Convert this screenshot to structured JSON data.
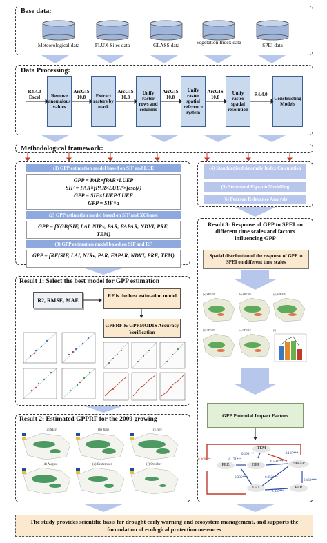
{
  "base": {
    "title": "Base data:",
    "items": [
      "Meteorological data",
      "FLUX Sites data",
      "GLASS data",
      "Vegetation Index data",
      "SPEI data"
    ]
  },
  "processing": {
    "title": "Data Processing:",
    "tools": [
      "R4.4.0 Excel",
      "ArcGIS 10.8",
      "ArcGIS 10.8",
      "ArcGIS 10.8",
      "ArcGIS 10.8",
      "R4.4.0"
    ],
    "steps": [
      "Remove anomalous values",
      "Extract rasters by mask",
      "Unify raster rows and columns",
      "Unify raster spatial reference system",
      "Unify raster spatial resolution",
      "Constructing Models"
    ]
  },
  "method": {
    "title": "Methodological framework:",
    "m1": "(1) GPP estimation model based on SIF and LUE",
    "eq1": [
      "GPP = PAR×fPAR×LUEP",
      "SIF = PAR×fPAR×LUEP×fesc(λ)",
      "GPP = SIF×LUEP/LUEF",
      "GPP = SIF×a"
    ],
    "m2": "(2) GPP estimation model based on SIF and XGboost",
    "eq2": "GPP = fXGB(SIF, LAI, NIRv, PAR, FAPAR, NDVI, PRE, TEM)",
    "m3": "(3) GPP estimation model based on SIF and RF",
    "eq3": "GPP = fRF(SIF, LAI, NIRv, PAR, FAPAR, NDVI, PRE, TEM)",
    "right": [
      "(4) Standardised Anomaly Index Calculation",
      "(5) Structural Equatio Modelling",
      "(6) Pearson Relevance Analysis"
    ]
  },
  "result1": {
    "title": "Result 1:  Select the best model for GPP estimation",
    "metrics": "R2, RMSE, MAE",
    "best": "RF is the best estimation model",
    "verify": "GPPRF & GPPMODIS Accuracy Verification"
  },
  "result2": {
    "title": "Result 2:  Estimated GPPRF for the 2009 growing",
    "months": [
      "(a) May",
      "(b) June",
      "(c) July",
      "(d) August",
      "(e) September",
      "(f) October"
    ]
  },
  "result3": {
    "title": "Result 3:  Response of GPP to SPEI on different time scales and factors influencing GPP",
    "sub": "Spatial distribution of the response of GPP to SPEI on different time scales",
    "factors": "GPP Potential Impact Factors",
    "nodes": [
      "TEM",
      "PRE",
      "GPP",
      "FAPAR",
      "LAI",
      "PAR"
    ],
    "coefs": [
      "0.199***",
      "-0.171***",
      "0.590***",
      "0.460***",
      "0.385***",
      "0.952***",
      "-0.438***",
      "0.160***",
      "-0.165***"
    ]
  },
  "footer": {
    "text": "The study provides scientific basis for drought early warning and ecosystem management, and supports the formulation of ecological protection measures"
  },
  "colors": {
    "accent": "#8ea9dd",
    "step_fill": "#c9d9ee",
    "footer_fill": "#fbe9cf",
    "arrow": "#b7c7ec"
  }
}
